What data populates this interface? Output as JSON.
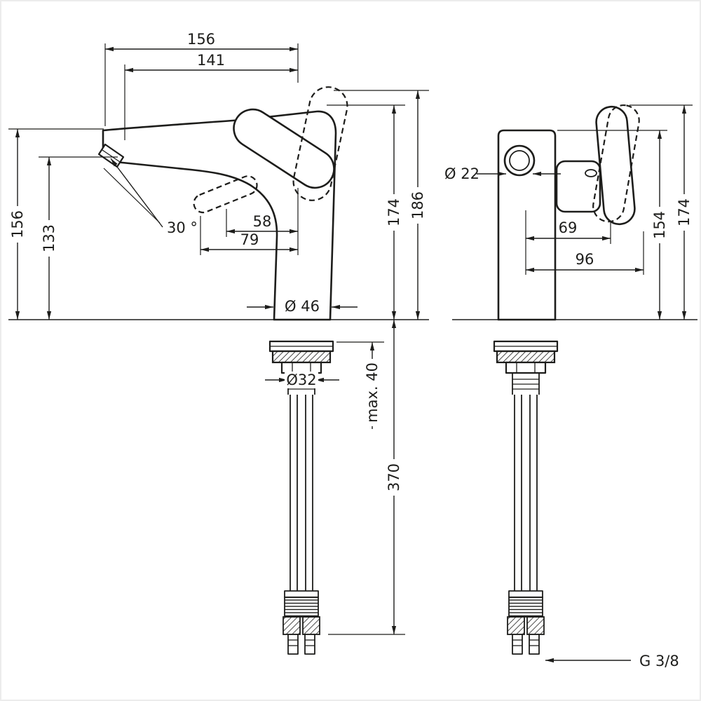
{
  "drawing": {
    "background": "#ffffff",
    "ink": "#1d1d1b",
    "side_view": {
      "dim_width_total": "156",
      "dim_width_spout": "141",
      "dim_height_total": "156",
      "dim_height_spout": "133",
      "angle_aerator": "30 °",
      "dim_handle_58": "58",
      "dim_handle_79": "79",
      "dim_height_174": "174",
      "dim_height_186": "186",
      "dia_base": "Ø 46",
      "dia_shank": "Ø32",
      "dim_max_thickness": "max. 40",
      "dim_hose_length": "370"
    },
    "front_view": {
      "dia_spout": "Ø 22",
      "dim_handle_69": "69",
      "dim_handle_96": "96",
      "dim_height_154": "154",
      "dim_height_174": "174",
      "thread_label": "G 3/8"
    }
  }
}
